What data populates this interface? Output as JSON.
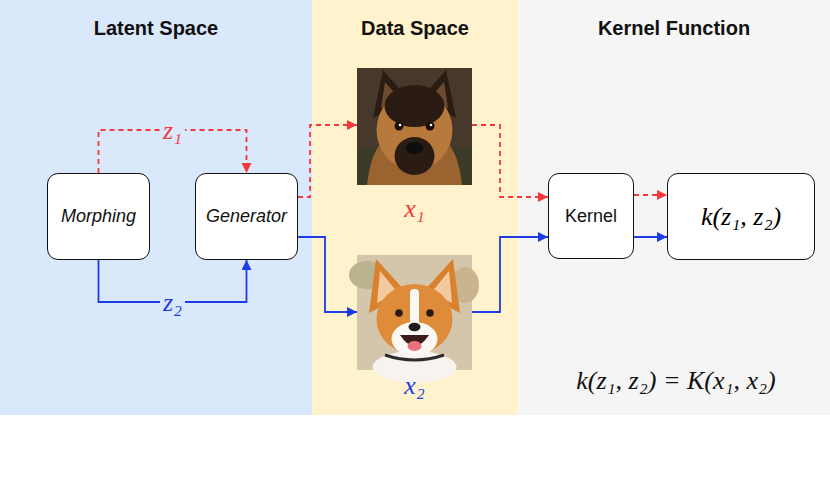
{
  "diagram": {
    "nodes": [
      {
        "text": [
          "Latent Space"
        ]
      },
      {
        "text": [
          "Data Space"
        ]
      },
      {
        "text": [
          "Kernel Function"
        ]
      },
      {
        "text": [
          "Morphing"
        ],
        "in": 0
      },
      {
        "text": [
          "Generator"
        ],
        "in": 0
      },
      {
        "text": [
          "x₁"
        ],
        "in": 1
      },
      {
        "text": [
          "x₂"
        ],
        "in": 1
      },
      {
        "text": [
          "Kernel"
        ],
        "in": 2
      },
      {
        "text": [
          "k(z₁, z₂)"
        ],
        "in": 2
      }
    ],
    "edges": [
      {
        "from": 3,
        "to": 4,
        "arrow": "to",
        "label": "z₁"
      },
      {
        "from": 3,
        "to": 4,
        "arrow": "to",
        "label": "z₂"
      },
      {
        "from": 4,
        "to": 5,
        "arrow": "to"
      },
      {
        "from": 4,
        "to": 6,
        "arrow": "to"
      },
      {
        "from": 5,
        "to": 7,
        "arrow": "to"
      },
      {
        "from": 6,
        "to": 7,
        "arrow": "to"
      },
      {
        "from": 7,
        "to": 8,
        "arrow": "to"
      },
      {
        "from": 7,
        "to": 8,
        "arrow": "to"
      }
    ],
    "labels": [
      "k(z₁, z₂) = K(x₁, x₂)"
    ]
  }
}
